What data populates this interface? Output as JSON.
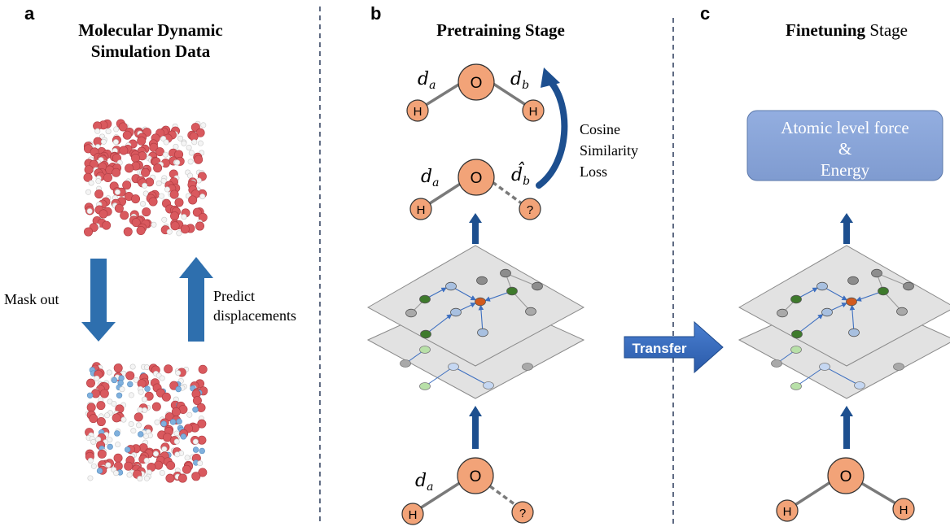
{
  "panel_a": {
    "letter": "a",
    "title_line1": "Molecular Dynamic",
    "title_line2": "Simulation Data",
    "mask_label": "Mask out",
    "predict_line1": "Predict",
    "predict_line2": "displacements"
  },
  "panel_b": {
    "letter": "b",
    "title": "Pretraining Stage",
    "loss_line1": "Cosine",
    "loss_line2": "Similarity",
    "loss_line3": "Loss",
    "atom_o": "O",
    "atom_h": "H",
    "atom_masked": "?",
    "dist_a": "d",
    "dist_a_sub": "a",
    "dist_b": "d",
    "dist_b_sub": "b",
    "dist_b_hat": "d̂",
    "transfer_label": "Transfer"
  },
  "panel_c": {
    "letter": "c",
    "title_bold": "Finetuning",
    "title_rest": " Stage",
    "output_line1": "Atomic level force",
    "output_line2": "&",
    "output_line3": "Energy",
    "atom_o": "O",
    "atom_h": "H"
  },
  "colors": {
    "atom_fill": "#f2a378",
    "arrow_blue": "#2e6fae",
    "output_box": "#8aa7d8",
    "layer_fill": "#e2e2e2"
  }
}
